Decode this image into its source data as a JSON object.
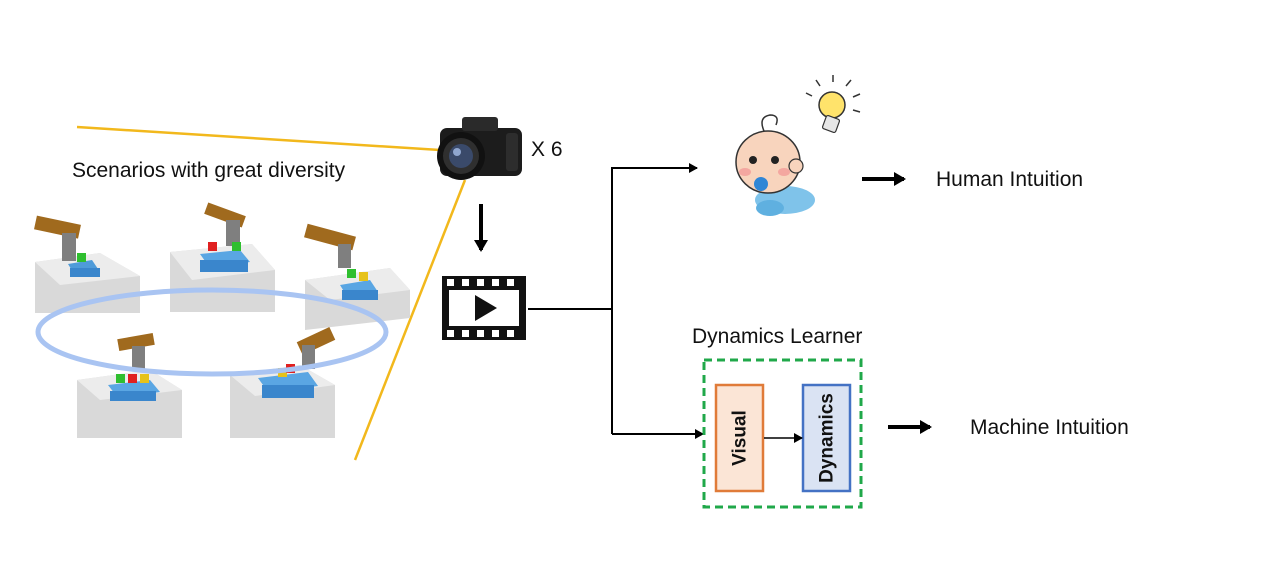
{
  "scenarios_label": "Scenarios with great diversity",
  "camera_count": "X 6",
  "human_label": "Human Intuition",
  "learner_title": "Dynamics Learner",
  "visual_module": "Visual",
  "dynamics_module": "Dynamics",
  "machine_label": "Machine Intuition",
  "colors": {
    "ring": "#a9c4f2",
    "view_line": "#f2b81c",
    "visual_border": "#e07b39",
    "visual_fill": "#fbe5d6",
    "dynamics_border": "#4472c4",
    "dynamics_fill": "#dae3f3",
    "learner_border": "#20a84a"
  }
}
